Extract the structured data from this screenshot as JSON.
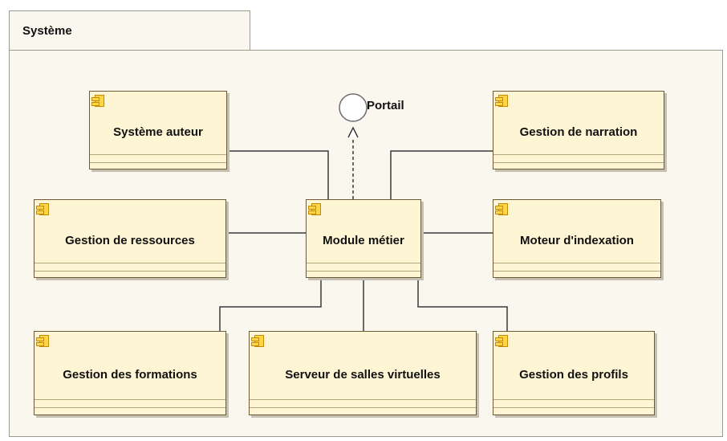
{
  "package": {
    "title": "Système"
  },
  "interface": {
    "label": "Portail"
  },
  "components": {
    "systeme_auteur": "Système auteur",
    "gestion_narration": "Gestion de narration",
    "gestion_ressources": "Gestion de ressources",
    "module_metier": "Module métier",
    "moteur_indexation": "Moteur d'indexation",
    "gestion_formations": "Gestion des formations",
    "serveur_salles": "Serveur de salles virtuelles",
    "gestion_profils": "Gestion des profils"
  },
  "colors": {
    "component_fill": "#fdf5d4",
    "component_border": "#6e5a36",
    "component_icon": "#ffd54a",
    "package_fill": "#faf7ef",
    "connector": "#3a3a3a"
  }
}
